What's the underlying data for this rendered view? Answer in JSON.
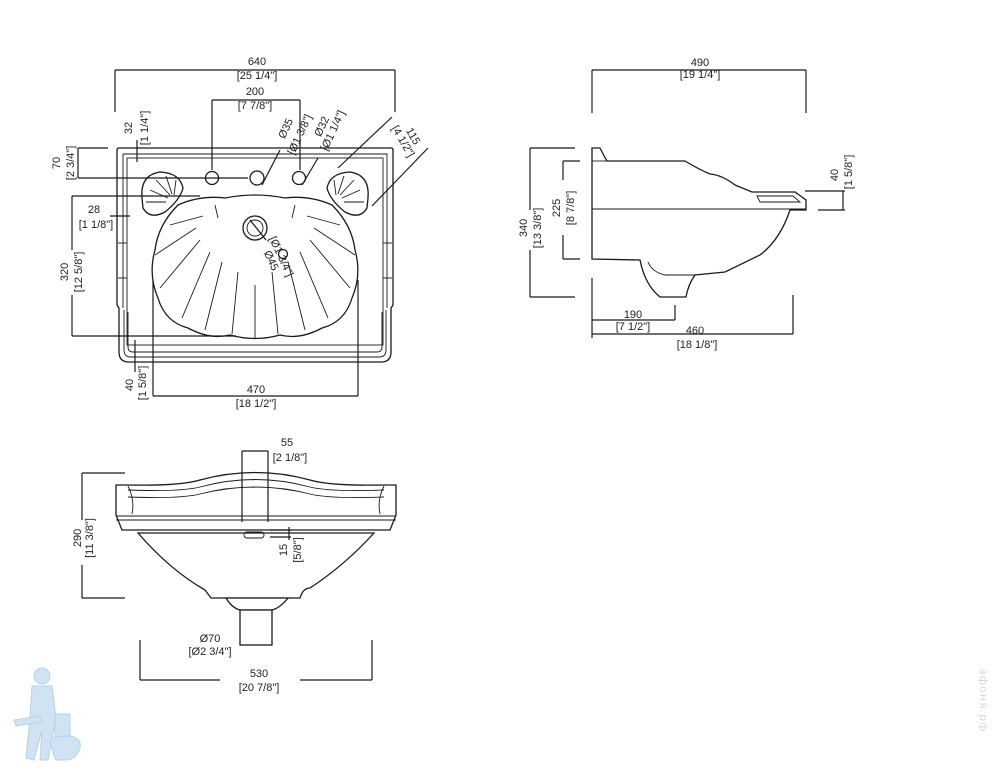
{
  "top_view": {
    "overall_width": {
      "mm": "640",
      "in": "[25 1/4\"]"
    },
    "tap_spacing": {
      "mm": "200",
      "in": "[7 7/8\"]"
    },
    "tap_hole_diameter": {
      "mm": "Ø35",
      "in": "[Ø1 3/8\"]"
    },
    "side_hole_diameter": {
      "mm": "Ø32",
      "in": "[Ø1 1/4\"]"
    },
    "corner_radius": {
      "mm": "115",
      "in": "[4 1/2\"]"
    },
    "rim_to_edge": {
      "mm": "32",
      "in": "[1 1/4\"]"
    },
    "rim_to_holes": {
      "mm": "70",
      "in": "[2 3/4\"]"
    },
    "side_rim": {
      "mm": "28",
      "in": "[1 1/8\"]"
    },
    "bowl_depth": {
      "mm": "320",
      "in": "[12 5/8\"]"
    },
    "front_rim": {
      "mm": "40",
      "in": "[1 5/8\"]"
    },
    "bowl_width": {
      "mm": "470",
      "in": "[18 1/2\"]"
    },
    "drain_diameter": {
      "mm": "Ø45",
      "in": "[Ø1 3/4\"]"
    }
  },
  "side_view": {
    "overall_depth": {
      "mm": "490",
      "in": "[19 1/4\"]"
    },
    "overall_height": {
      "mm": "340",
      "in": "[13 3/8\"]"
    },
    "back_height": {
      "mm": "225",
      "in": "[8 7/8\"]"
    },
    "front_lip": {
      "mm": "40",
      "in": "[1 5/8\"]"
    },
    "drain_offset": {
      "mm": "190",
      "in": "[7 1/2\"]"
    },
    "base_depth": {
      "mm": "460",
      "in": "[18 1/8\"]"
    }
  },
  "front_view": {
    "height": {
      "mm": "290",
      "in": "[11 3/8\"]"
    },
    "overflow_width": {
      "mm": "55",
      "in": "[2 1/8\"]"
    },
    "overflow_height": {
      "mm": "15",
      "in": "[5/8\"]"
    },
    "waste_diameter": {
      "mm": "Ø70",
      "in": "[Ø2 3/4\"]"
    },
    "width": {
      "mm": "530",
      "in": "[20 7/8\"]"
    }
  },
  "watermark": "афоня.рф",
  "logo": "plumber-mascot"
}
